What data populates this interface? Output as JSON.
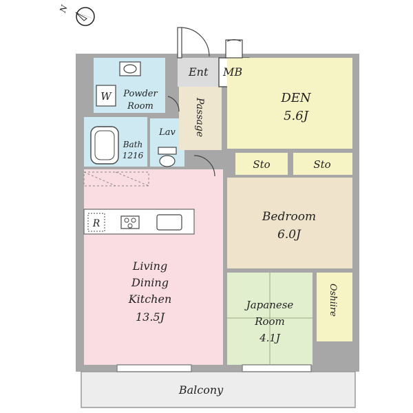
{
  "colors": {
    "wall": "#a7a7a7",
    "wet": "#cfe9f3",
    "den": "#f6f3c4",
    "passage": "#efe6cf",
    "storage": "#f6f3c4",
    "bedroom": "#efe3cc",
    "japanese": "#e2efcf",
    "ldk": "#f9dde2",
    "balcony": "#ededed",
    "service": "#dcdcdc"
  },
  "compass": {
    "label": "N"
  },
  "rooms": {
    "ent": "Ent",
    "mb": "MB",
    "passage": "Passage",
    "den": {
      "name": "DEN",
      "size": "5.6J"
    },
    "powder": {
      "line1": "Powder",
      "line2": "Room"
    },
    "washer": "W",
    "bath": {
      "line1": "Bath",
      "line2": "1216"
    },
    "lav": "Lav",
    "sto_left": "Sto",
    "sto_right": "Sto",
    "bedroom": {
      "name": "Bedroom",
      "size": "6.0J"
    },
    "fridge": "R",
    "ldk": {
      "line1": "Living",
      "line2": "Dining",
      "line3": "Kitchen",
      "size": "13.5J"
    },
    "japanese": {
      "line1": "Japanese",
      "line2": "Room",
      "size": "4.1J"
    },
    "oshiire": "Oshiire",
    "balcony": "Balcony"
  }
}
